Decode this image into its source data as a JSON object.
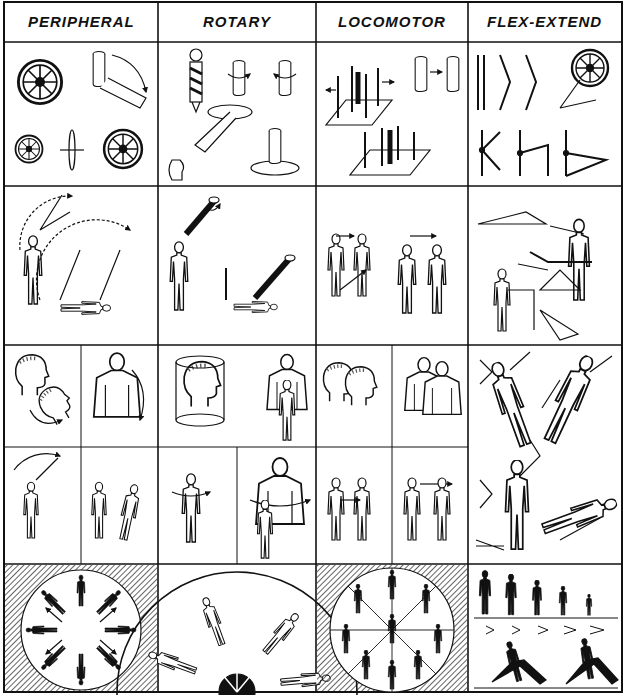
{
  "diagram": {
    "labels": [
      "PERIPHERAL",
      "ROTARY",
      "LOCOMOTOR",
      "FLEX-EXTEND"
    ]
  }
}
